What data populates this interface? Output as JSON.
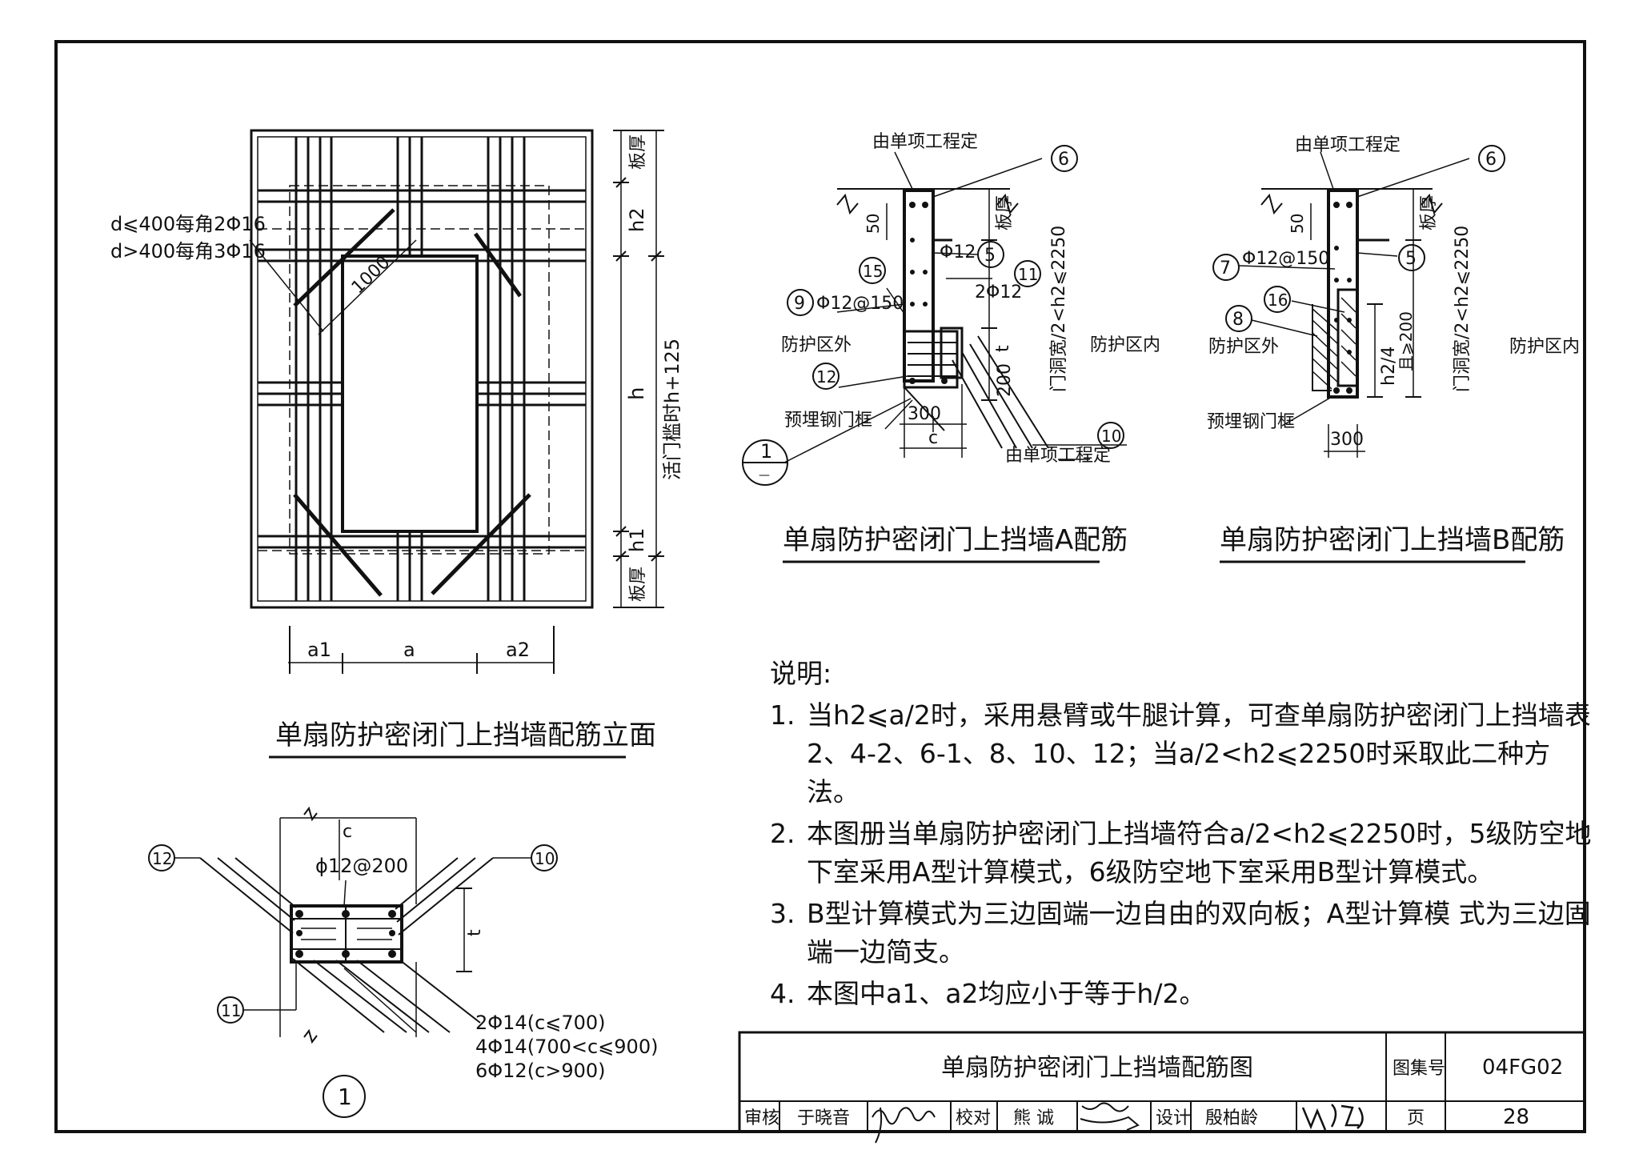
{
  "elevation": {
    "title": "单扇防护密闭门上挡墙配筋立面",
    "corner_bar_note_1": "d⩽400每角2Φ16",
    "corner_bar_note_2": "d>400每角3Φ16",
    "diag_len": "1000",
    "dim_slab_top": "板厚",
    "dim_h2": "h2",
    "dim_h": "h",
    "dim_h1": "h1",
    "dim_slab_bottom": "板厚",
    "dim_sliding": "活门槛时h+125",
    "dim_a1": "a1",
    "dim_a": "a",
    "dim_a2": "a2"
  },
  "sectionA": {
    "title": "单扇防护密闭门上挡墙A配筋",
    "top_note": "由单项工程定",
    "bottom_note": "由单项工程定",
    "c6": "6",
    "c5": "5",
    "c11": "11",
    "c15": "15",
    "c9": "9",
    "c12": "12",
    "c10": "10",
    "lbl_phi12": "Φ12",
    "lbl_2phi12": "2Φ12",
    "lbl_phi12_150": "Φ12@150",
    "outside": "防护区外",
    "inside": "防护区内",
    "embedded_frame": "预埋钢门框",
    "dim_50": "50",
    "dim_slab": "板厚",
    "dim_range": "门洞宽/2<h2⩽2250",
    "dim_t": "t",
    "dim_200": "200",
    "dim_300": "300",
    "dim_c": "c",
    "section_mark": "1",
    "section_mark_sub": "—"
  },
  "sectionB": {
    "title": "单扇防护密闭门上挡墙B配筋",
    "top_note": "由单项工程定",
    "c6": "6",
    "c5": "5",
    "c7": "7",
    "c8": "8",
    "c16": "16",
    "lbl_phi12_150": "Φ12@150",
    "outside": "防护区外",
    "inside": "防护区内",
    "embedded_frame": "预埋钢门框",
    "dim_50": "50",
    "dim_slab": "板厚",
    "dim_range": "门洞宽/2<h2⩽2250",
    "dim_h2_4": "h2/4",
    "dim_200": "且⩾200",
    "dim_300": "300"
  },
  "detail1": {
    "label": "1",
    "c12": "12",
    "c10": "10",
    "c11": "11",
    "lbl_c": "c",
    "lbl_stirrup": "ϕ12@200",
    "lbl_t": "t",
    "bar_note_1": "2Φ14(c⩽700)",
    "bar_note_2": "4Φ14(700<c⩽900)",
    "bar_note_3": "6Φ12(c>900)"
  },
  "notes": {
    "header": "说明:",
    "items": [
      {
        "num": "1.",
        "text": "当h2⩽a/2时，采用悬臂或牛腿计算，可查单扇防护密闭门上挡墙表2、4-2、6-1、8、10、12；当a/2<h2⩽2250时采取此二种方法。"
      },
      {
        "num": "2.",
        "text": "本图册当单扇防护密闭门上挡墙符合a/2<h2⩽2250时，5级防空地下室采用A型计算模式，6级防空地下室采用B型计算模式。"
      },
      {
        "num": "3.",
        "text": "B型计算模式为三边固端一边自由的双向板；A型计算模 式为三边固端一边简支。"
      },
      {
        "num": "4.",
        "text": "本图中a1、a2均应小于等于h/2。"
      }
    ]
  },
  "titleblock": {
    "drawing_title": "单扇防护密闭门上挡墙配筋图",
    "atlas_label": "图集号",
    "atlas_no": "04FG02",
    "review_label": "审核",
    "reviewer": "于晓音",
    "check_label": "校对",
    "checker": "熊 诚",
    "design_label": "设计",
    "designer": "殷柏龄",
    "page_label": "页",
    "page_no": "28"
  }
}
